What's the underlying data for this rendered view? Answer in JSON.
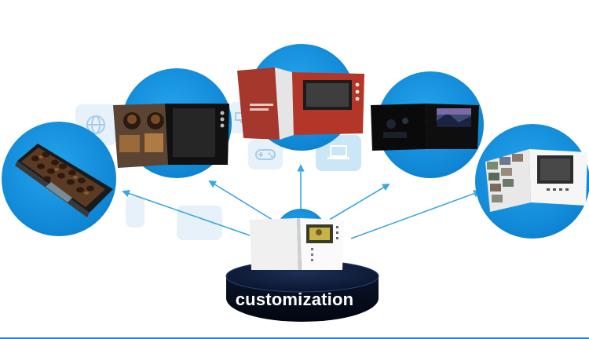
{
  "caption": "customization",
  "colors": {
    "circle": "#1a94e2",
    "arrow": "#3aa6e2",
    "pedestal_top": "#0e1a33",
    "pedestal_side": "#060d1e",
    "caption_text": "#ffffff"
  },
  "sample_cards": [
    {
      "name": "coffee-bean-lid-card"
    },
    {
      "name": "black-card-coffee-cups"
    },
    {
      "name": "red-open-card"
    },
    {
      "name": "black-card-night-landscape"
    },
    {
      "name": "white-card-travel-photos"
    }
  ],
  "center_card_name": "white-base-video-card",
  "background_icons": [
    "globe-icon",
    "gamepad-icon",
    "monitor-icon",
    "laptop-icon"
  ]
}
